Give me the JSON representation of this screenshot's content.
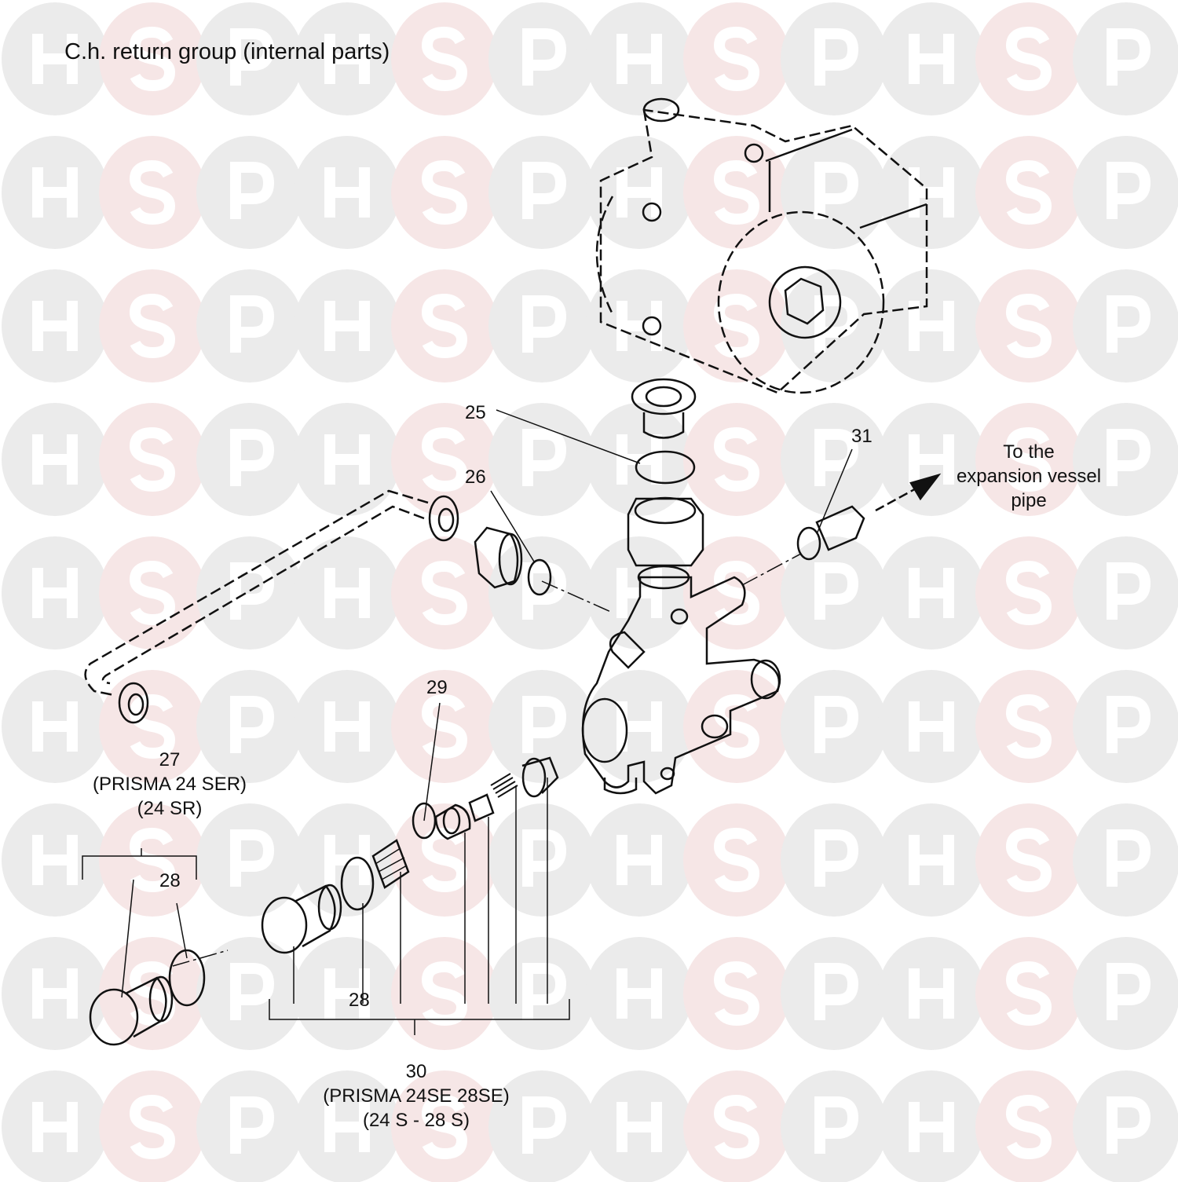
{
  "title": "C.h. return group (internal parts)",
  "watermark": {
    "letters": [
      "H",
      "S",
      "P"
    ],
    "colors": {
      "gray": "#ebebeb",
      "pink": "#f6e6e6"
    }
  },
  "labels": {
    "p25": "25",
    "p26": "26",
    "p31": "31",
    "arrow_note": [
      "To the",
      "expansion vessel",
      "pipe"
    ],
    "p29": "29",
    "p27": "27",
    "p27_model1": "(PRISMA 24 SER)",
    "p27_model2": "(24 SR)",
    "p28a": "28",
    "p28b": "28",
    "p30": "30",
    "p30_model1": "(PRISMA 24SE 28SE)",
    "p30_model2": "(24 S - 28 S)"
  }
}
